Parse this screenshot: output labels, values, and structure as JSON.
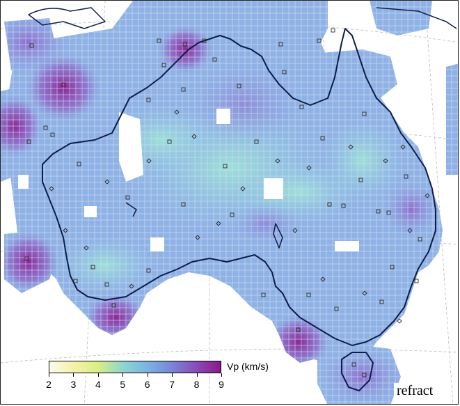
{
  "colorbar": {
    "title": "Vp (km/s)",
    "ticks": [
      "2",
      "3",
      "4",
      "5",
      "6",
      "7",
      "8",
      "9"
    ],
    "stops": [
      "#fbfbf0",
      "#f6f1a8",
      "#d8ee86",
      "#8fd6cc",
      "#7cb3e0",
      "#7a86d6",
      "#8a4cb9",
      "#8b1a86"
    ]
  },
  "map": {
    "dataset_label": "refract",
    "palette": {
      "cyan": "#8ed0e0",
      "light_blue": "#8fb3e6",
      "blue": "#8a96e0",
      "purple": "#9070cf",
      "magenta": "#8e2f9b",
      "coastline": "#0c1d4a",
      "grid": "#cfd8ea"
    }
  }
}
